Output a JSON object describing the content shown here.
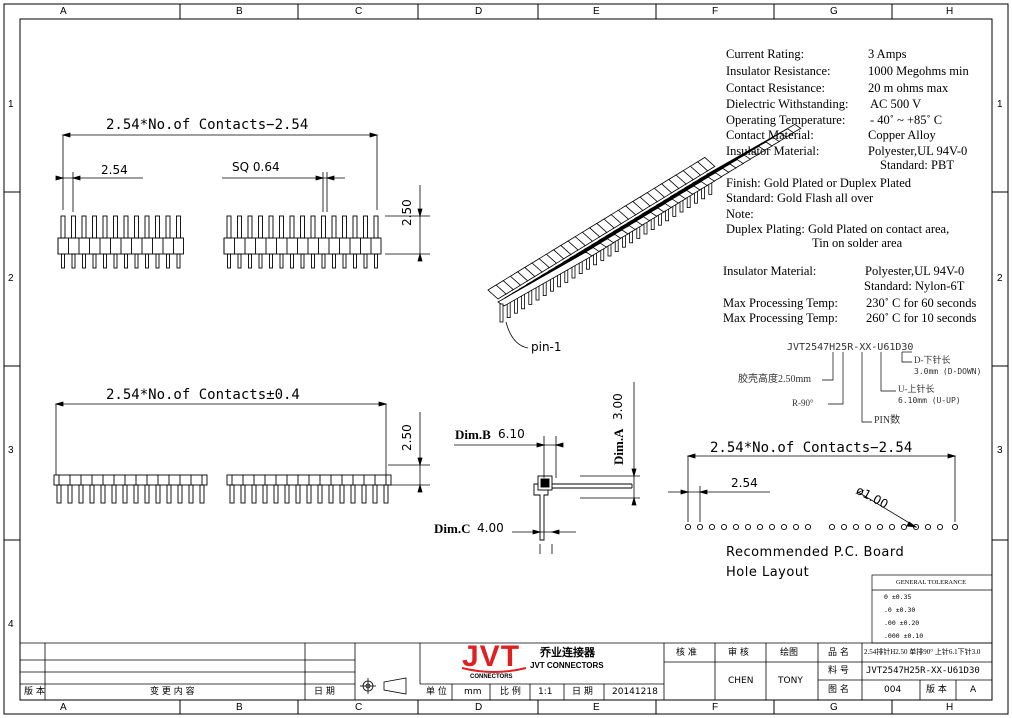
{
  "grid": {
    "cols": [
      "A",
      "B",
      "C",
      "D",
      "E",
      "F",
      "G",
      "H"
    ],
    "rows": [
      "1",
      "2",
      "3",
      "4"
    ]
  },
  "specs": {
    "current_rating": {
      "label": "Current Rating:",
      "value": "3 Amps"
    },
    "insulator_resistance": {
      "label": "Insulator Resistance:",
      "value": "1000 Megohms min"
    },
    "contact_resistance": {
      "label": "Contact Resistance:",
      "value": "20 m ohms max"
    },
    "dielectric": {
      "label": "Dielectric Withstanding:",
      "value": "AC 500 V"
    },
    "operating_temp": {
      "label": "Operating Temperature:",
      "value": "- 40˚ ~ +85˚ C"
    },
    "contact_material": {
      "label": "Contact Material:",
      "value": "Copper Alloy"
    },
    "insulator_material": {
      "label": "Insulator Material:",
      "value": "Polyester,UL 94V-0",
      "value2": "Standard: PBT"
    },
    "finish": "Finish: Gold Plated or Duplex Plated",
    "standard": "Standard: Gold Flash all over",
    "note": "Note:",
    "duplex": "Duplex Plating: Gold Plated on contact area,",
    "duplex2": "Tin on solder area",
    "insulator_material_2": {
      "label": "Insulator Material:",
      "value": "Polyester,UL 94V-0",
      "value2": "Standard: Nylon-6T"
    },
    "max_temp_1": {
      "label": "Max Processing Temp:",
      "value": "230˚ C for 60 seconds"
    },
    "max_temp_2": {
      "label": "Max Processing Temp:",
      "value": "260˚ C for 10 seconds"
    }
  },
  "part_code": {
    "code": "JVT2547H25R-XX-U61D30",
    "d_label": "D-下针长",
    "d_value": "3.0mm (D-DOWN)",
    "u_label": "U-上针长",
    "u_value": "6.10mm (U-UP)",
    "height": "胶壳高度2.50mm",
    "r": "R-90°",
    "pin": "PIN数"
  },
  "dims": {
    "top_length": "2.54*No.of  Contacts−2.54",
    "pitch": "2.54",
    "sq": "SQ  0.64",
    "height1": "2.50",
    "pin1": "pin-1",
    "body_length": "2.54*No.of  Contacts±0.4",
    "height2": "2.50",
    "dim_b_label": "Dim.B",
    "dim_b_value": "6.10",
    "dim_a_label": "Dim.A",
    "dim_a_value": "3.00",
    "dim_c_label": "Dim.C",
    "dim_c_value": "4.00",
    "pcb_length": "2.54*No.of  Contacts−2.54",
    "pcb_pitch": "2.54",
    "hole_dia": "ø1.00",
    "pcb_caption1": "Recommended  P.C.  Board",
    "pcb_caption2": "Hole  Layout"
  },
  "tolerance": {
    "title": "GENERAL  TOLERANCE",
    "rows": [
      "0    ±0.35",
      ".0    ±0.30",
      ".00  ±0.20",
      ".000 ±0.10"
    ]
  },
  "title_block": {
    "rev_label": "版 本",
    "change_label": "变 更 内 容",
    "date_label": "日 期",
    "logo": "JVT",
    "logo_sub": "CONNECTORS",
    "company_cn": "乔业连接器",
    "company_en": "JVT CONNECTORS",
    "unit_label": "单 位",
    "unit": "mm",
    "scale_label": "比 例",
    "scale": "1:1",
    "date2_label": "日 期",
    "date2": "20141218",
    "approve": "核 准",
    "check": "审 核",
    "draw": "绘图",
    "checker": "CHEN",
    "drawer": "TONY",
    "name_label": "品 名",
    "name": "2.54排针H2.50 单排90° 上针6.1下针3.0",
    "part_label": "料 号",
    "part": "JVT2547H25R-XX-U61D30",
    "dwg_label": "图 名",
    "dwg": "004",
    "ver_label": "版 本",
    "ver": "A"
  }
}
